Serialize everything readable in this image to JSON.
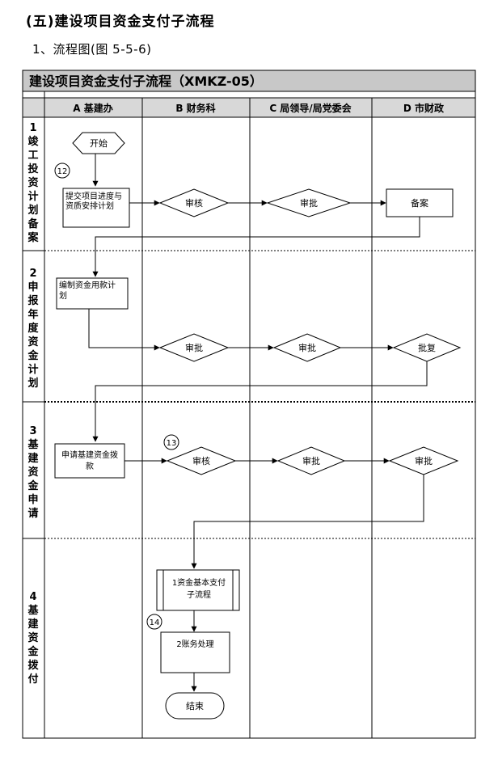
{
  "page": {
    "section_heading": "(五)建设项目资金支付子流程",
    "subheading": "1、流程图(图 5-5-6)"
  },
  "diagram": {
    "title": "建设项目资金支付子流程（XMKZ-05）",
    "columns": [
      "A 基建办",
      "B 财务科",
      "C 局领导/局党委会",
      "D 市财政"
    ],
    "rows": [
      {
        "label": "1竣工投资计划备案"
      },
      {
        "label": "2申报年度资金计划"
      },
      {
        "label": "3基建资金申请"
      },
      {
        "label": "4基建资金拨付"
      }
    ],
    "nodes": {
      "start": "开始",
      "n1a": "提交项目进度与资质安排计划",
      "n1b": "审核",
      "n1c": "审批",
      "n1d": "备案",
      "n2a": "编制资金用款计划",
      "n2b": "审批",
      "n2c": "审批",
      "n2d": "批复",
      "n3a": "申请基建资金拨款",
      "n3b": "审核",
      "n3c": "审批",
      "n3d": "审批",
      "n4a": "1资金基本支付子流程",
      "n4b": "2账务处理",
      "end": "结束"
    },
    "markers": [
      "12",
      "13",
      "14"
    ],
    "colors": {
      "header_fill": "#c8c8c8",
      "line": "#000000"
    }
  }
}
